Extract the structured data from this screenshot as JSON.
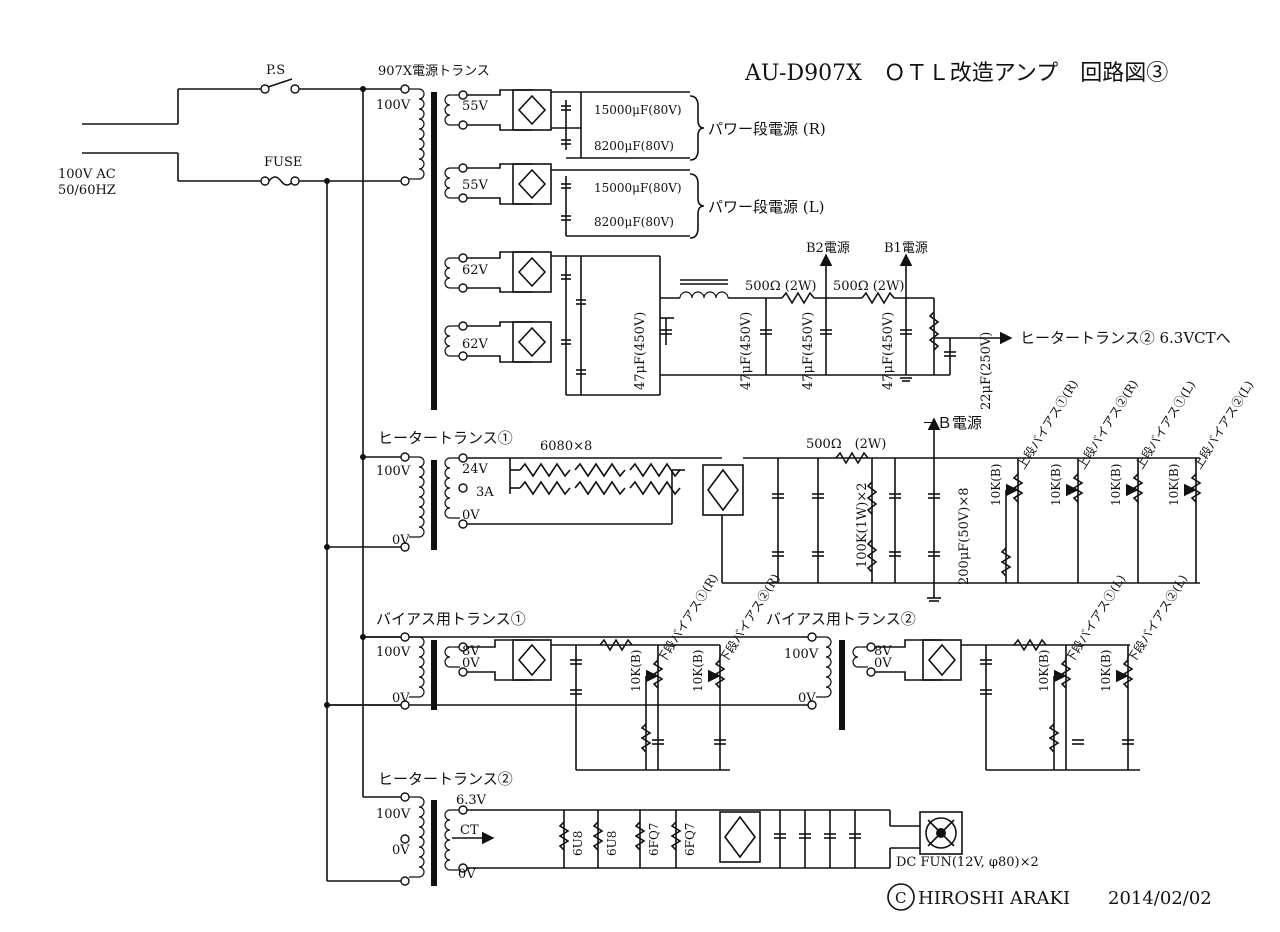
{
  "header": {
    "title": "AU-D907X　ＯＴＬ改造アンプ　回路図③"
  },
  "mains": {
    "switch_label": "P.S",
    "fuse_label": "FUSE",
    "ac_voltage": "100V AC",
    "ac_freq": "50/60HZ"
  },
  "power_transformer": {
    "name": "907X電源トランス",
    "primary": "100V",
    "sec1": "55V",
    "sec2": "55V",
    "sec3": "62V",
    "sec4": "62V",
    "cap_15000": "15000μF(80V)",
    "cap_8200": "8200μF(80V)",
    "rail_r": "パワー段電源 (R)",
    "rail_l": "パワー段電源 (L)"
  },
  "hv_supply": {
    "b2": "B2電源",
    "b1": "B1電源",
    "r1": "500Ω (2W)",
    "r2": "500Ω (2W)",
    "c47": "47μF(450V)",
    "c22": "22μF(250V)",
    "out": "ヒータートランス② 6.3VCTへ"
  },
  "heater1": {
    "name": "ヒータートランス①",
    "primary_100": "100V",
    "primary_0": "0V",
    "sec_24": "24V",
    "sec_3a": "3A",
    "sec_0": "0V",
    "tubes": "6080×8",
    "r500": "500Ω　(2W)",
    "minus_b": "－Ｂ電源",
    "r100k": "100K(1W)×2",
    "c200": "200μF(50V)×8",
    "pot_10k": "10K(B)",
    "pot_labels": [
      "上段バイアス①(R)",
      "上段バイアス②(R)",
      "上段バイアス①(L)",
      "上段バイアス②(L)"
    ]
  },
  "bias1": {
    "name": "バイアス用トランス①",
    "primary_100": "100V",
    "primary_0": "0V",
    "sec_8": "8V",
    "sec_0": "0V",
    "pot_10k": "10K(B)",
    "pot_labels": [
      "下段バイアス①(R)",
      "下段バイアス②(R)"
    ]
  },
  "bias2": {
    "name": "バイアス用トランス②",
    "primary_100": "100V",
    "primary_0": "0V",
    "sec_8": "8V",
    "sec_0": "0V",
    "pot_10k": "10K(B)",
    "pot_labels": [
      "下段バイアス①(L)",
      "下段バイアス②(L)"
    ]
  },
  "heater2": {
    "name": "ヒータートランス②",
    "primary_100": "100V",
    "primary_0": "0V",
    "sec_63": "6.3V",
    "sec_ct": "CT",
    "sec_0": "0V",
    "tubes": [
      "6U8",
      "6U8",
      "6FQ7",
      "6FQ7"
    ],
    "fan": "DC FUN(12V, φ80)×2"
  },
  "footer": {
    "copyright_mark": "C",
    "author": "HIROSHI ARAKI",
    "date": "2014/02/02"
  }
}
